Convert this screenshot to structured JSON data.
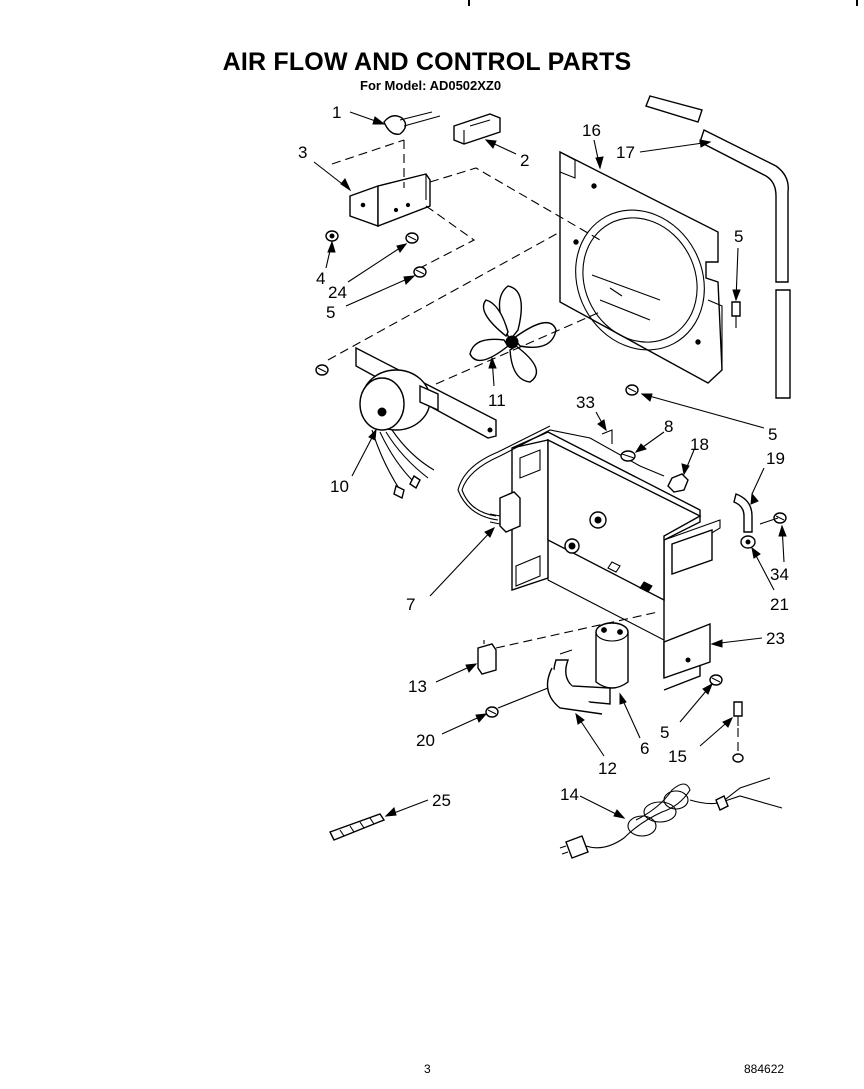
{
  "header": {
    "title": "AIR FLOW AND CONTROL PARTS",
    "subtitle": "For Model: AD0502XZ0"
  },
  "footer": {
    "page_number": "3",
    "document_code": "884622"
  },
  "callouts": {
    "c1": "1",
    "c2": "2",
    "c3": "3",
    "c4": "4",
    "c5a": "5",
    "c5b": "5",
    "c5c": "5",
    "c5d": "5",
    "c6": "6",
    "c7": "7",
    "c8": "8",
    "c10": "10",
    "c11": "11",
    "c12": "12",
    "c13": "13",
    "c14": "14",
    "c15": "15",
    "c16": "16",
    "c17": "17",
    "c18": "18",
    "c19": "19",
    "c20": "20",
    "c21": "21",
    "c23": "23",
    "c24": "24",
    "c25": "25",
    "c33": "33",
    "c34": "34"
  }
}
